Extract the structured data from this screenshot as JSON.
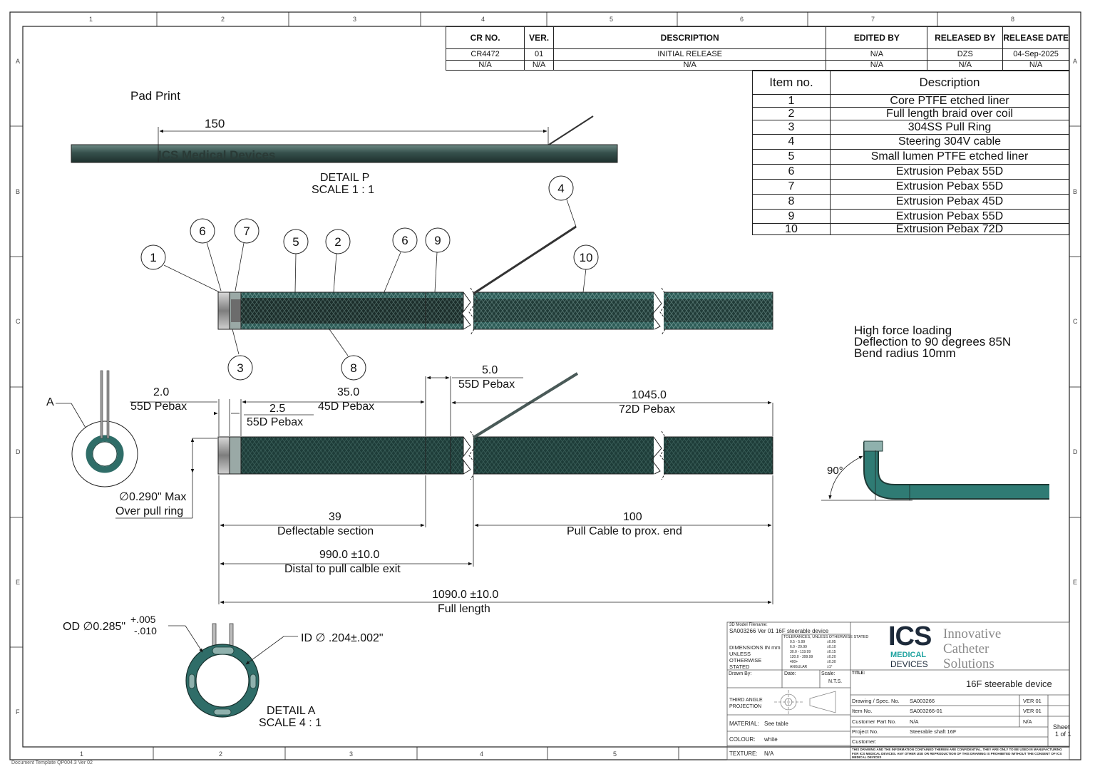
{
  "frame": {
    "columns": [
      "1",
      "2",
      "3",
      "4",
      "5",
      "6",
      "7",
      "8"
    ],
    "rows": [
      "A",
      "B",
      "C",
      "D",
      "E",
      "F"
    ],
    "bottom_columns": [
      "1",
      "2",
      "3",
      "4",
      "5"
    ]
  },
  "revision_table": {
    "headers": [
      "CR NO.",
      "VER.",
      "DESCRIPTION",
      "EDITED BY",
      "RELEASED BY",
      "RELEASE DATE"
    ],
    "rows": [
      [
        "CR4472",
        "01",
        "INITIAL RELEASE",
        "N/A",
        "DZS",
        "04-Sep-2025"
      ],
      [
        "N/A",
        "N/A",
        "N/A",
        "N/A",
        "N/A",
        "N/A"
      ]
    ]
  },
  "bom_table": {
    "headers": [
      "Item no.",
      "Description"
    ],
    "rows": [
      [
        "1",
        "Core PTFE etched liner"
      ],
      [
        "2",
        "Full length braid over coil"
      ],
      [
        "3",
        "304SS Pull Ring"
      ],
      [
        "4",
        "Steering 304V cable"
      ],
      [
        "5",
        "Small lumen PTFE etched liner"
      ],
      [
        "6",
        "Extrusion Pebax 55D"
      ],
      [
        "7",
        "Extrusion Pebax 55D"
      ],
      [
        "8",
        "Extrusion Pebax 45D"
      ],
      [
        "9",
        "Extrusion Pebax 55D"
      ],
      [
        "10",
        "Extrusion Pebax 72D"
      ]
    ]
  },
  "detail_p": {
    "pad_print_label": "Pad Print",
    "dim_150": "150",
    "print_text": "ICS Medical Devices",
    "title": "DETAIL P",
    "scale": "SCALE 1 : 1"
  },
  "balloons": [
    "1",
    "6",
    "7",
    "5",
    "2",
    "6",
    "9",
    "4",
    "10",
    "3",
    "8"
  ],
  "notes": {
    "line1": "High force loading",
    "line2": "Deflection to 90 degrees 85N",
    "line3": "Bend radius 10mm"
  },
  "dimensions": {
    "d1_val": "2.0",
    "d1_mat": "55D Pebax",
    "d2_val": "2.5",
    "d2_mat": "55D Pebax",
    "d3_val": "35.0",
    "d3_mat": "45D Pebax",
    "d4_val": "5.0",
    "d4_mat": "55D Pebax",
    "d5_val": "1045.0",
    "d5_mat": "72D Pebax",
    "pullring_dia": "∅0.290\" Max",
    "pullring_note": "Over pull ring",
    "defl_val": "39",
    "defl_label": "Deflectable section",
    "pull_val": "100",
    "pull_label": "Pull Cable to prox. end",
    "exit_val": "990.0 ±10.0",
    "exit_label": "Distal to pull calble exit",
    "full_val": "1090.0 ±10.0",
    "full_label": "Full length",
    "section_letter": "A",
    "angle": "90°"
  },
  "detail_a": {
    "od": "OD ∅0.285\"",
    "od_tol_plus": "+.005",
    "od_tol_minus": "-.010",
    "id": "ID ∅ .204±.002\"",
    "title": "DETAIL A",
    "scale": "SCALE 4 : 1"
  },
  "title_block": {
    "model_label": "3D Model Filename:",
    "model_value": "SA003266 Ver 01 16F steerable device",
    "dims_note": "DIMENSIONS IN mm UNLESS OTHERWISE STATED",
    "tol_header": "TOLERANCES, UNLESS OTHERWISE STATED",
    "tolerances": [
      [
        "0.5 - 5.99",
        "±0.05"
      ],
      [
        "6.0 - 29.99",
        "±0.10"
      ],
      [
        "30.0 - 119.99",
        "±0.15"
      ],
      [
        "120.0 - 399.99",
        "±0.20"
      ],
      [
        "400+",
        "±0.30"
      ],
      [
        "ANGULAR",
        "±1°"
      ]
    ],
    "drawn_by": "Drawn By:",
    "date": "Date:",
    "scale_label": "Scale:",
    "scale_value": "N.T.S.",
    "projection": "THIRD ANGLE PROJECTION",
    "material_label": "MATERIAL:",
    "material_value": "See table",
    "colour_label": "COLOUR:",
    "colour_value": "white",
    "texture_label": "TEXTURE:",
    "texture_value": "N/A",
    "logo_big": "ICS",
    "logo_medical": "MEDICAL",
    "logo_devices": "DEVICES",
    "tagline1": "Innovative",
    "tagline2": "Catheter",
    "tagline3": "Solutions",
    "title_label": "TITLE:",
    "title_value": "16F steerable device",
    "fields": [
      [
        "Drawing / Spec. No.",
        "SA003266",
        "VER 01"
      ],
      [
        "Item No.",
        "SA003266-01",
        "VER 01"
      ],
      [
        "Customer Part No.",
        "N/A",
        "N/A"
      ],
      [
        "Project No.",
        "Steerable shaft 16F",
        ""
      ],
      [
        "Customer:",
        "",
        ""
      ]
    ],
    "sheet_label": "Sheet",
    "sheet_value": "1 of 1",
    "confidential": "THIS DRAWING AND THE INFORMATION CONTAINED THEREIN ARE CONFIDENTIAL. THEY ARE ONLY TO BE USED IN MANUFACTURING FOR ICS MEDICAL DEVICES. ANY OTHER USE OR REPRODUCTION OF THIS DRAWING IS PROHIBITED WITHOUT THE CONSENT OF ICS MEDICAL DEVICES",
    "template_ref": "Document Template QP004.3 Ver 02"
  },
  "colors": {
    "tube_dark": "#1f3a36",
    "tube_teal": "#2f6d68",
    "tube_light": "#9fb8b5",
    "accent_teal": "#1fa3a0",
    "line": "#222222"
  }
}
